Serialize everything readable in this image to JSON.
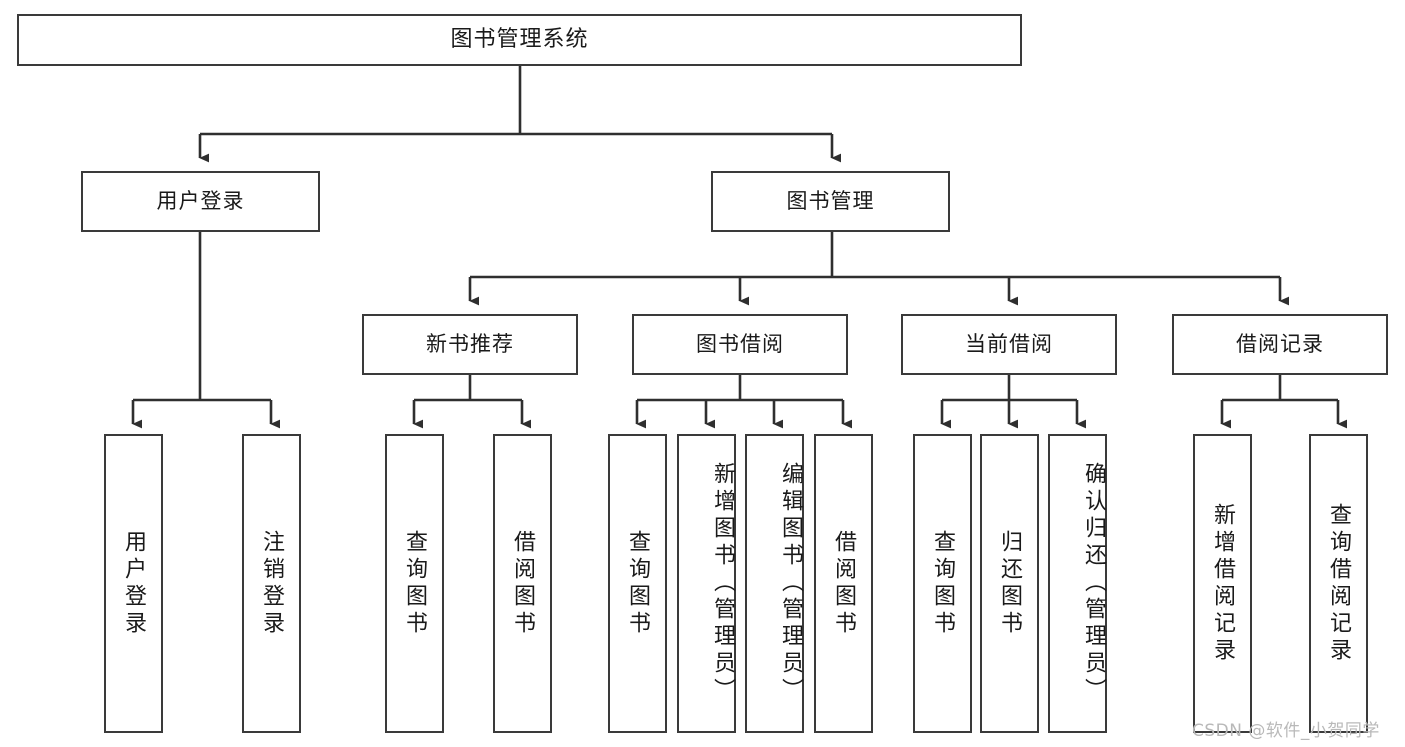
{
  "diagram": {
    "type": "tree-hierarchy",
    "title": "图书管理系统",
    "watermark": "CSDN @软件_小贺同学",
    "colors": {
      "box_border": "#3a3a3a",
      "box_fill": "#ffffff",
      "connector": "#2f2f2f",
      "text": "#1a1a1a",
      "watermark": "#b9b9b9"
    },
    "nodes": {
      "root": {
        "label": "图书管理系统"
      },
      "level2": [
        {
          "label": "用户登录"
        },
        {
          "label": "图书管理"
        }
      ],
      "level3": [
        {
          "label": "新书推荐"
        },
        {
          "label": "图书借阅"
        },
        {
          "label": "当前借阅"
        },
        {
          "label": "借阅记录"
        }
      ],
      "leaves_user_login": [
        {
          "label": "用户登录"
        },
        {
          "label": "注销登录"
        }
      ],
      "leaves_new_book": [
        {
          "label": "查询图书"
        },
        {
          "label": "借阅图书"
        }
      ],
      "leaves_borrow": [
        {
          "label": "查询图书"
        },
        {
          "label": "新增图书（管理员）"
        },
        {
          "label": "编辑图书（管理员）"
        },
        {
          "label": "借阅图书"
        }
      ],
      "leaves_current": [
        {
          "label": "查询图书"
        },
        {
          "label": "归还图书"
        },
        {
          "label": "确认归还（管理员）"
        }
      ],
      "leaves_record": [
        {
          "label": "新增借阅记录"
        },
        {
          "label": "查询借阅记录"
        }
      ]
    }
  }
}
